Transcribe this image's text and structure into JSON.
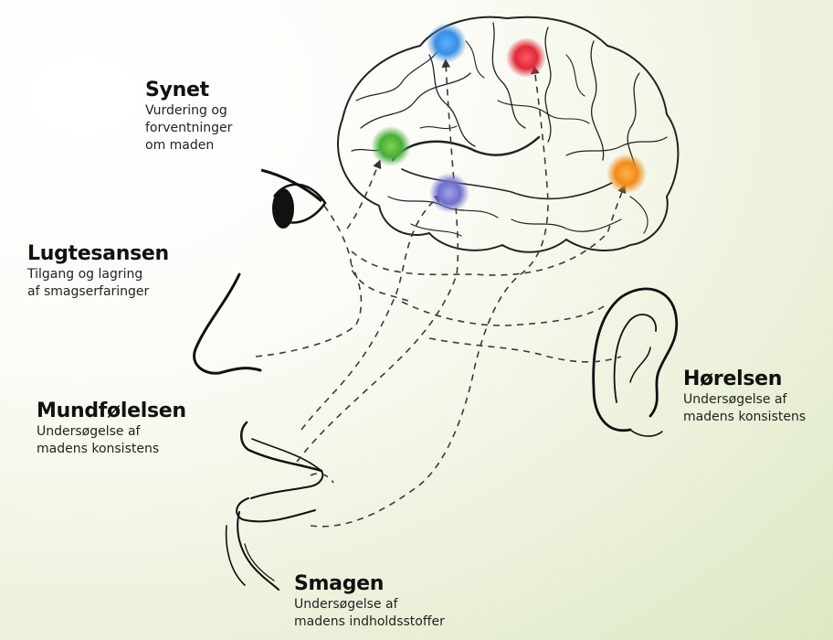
{
  "senses": [
    {
      "id": "synet",
      "title": "Synet",
      "lines": [
        "Vurdering og",
        "forventninger",
        "om maden"
      ],
      "color": "#3ba55a"
    },
    {
      "id": "lugtesansen",
      "title": "Lugtesansen",
      "lines": [
        "Tilgang og lagring",
        "af smagserfaringer"
      ],
      "color": "#7a78d0"
    },
    {
      "id": "mundfolelsen",
      "title": "Mundfølelsen",
      "lines": [
        "Undersøgelse af",
        "madens konsistens"
      ],
      "color": "#e23a4a"
    },
    {
      "id": "horelsen",
      "title": "Hørelsen",
      "lines": [
        "Undersøgelse af",
        "madens konsistens"
      ],
      "color": "#f08a1c"
    },
    {
      "id": "smagen",
      "title": "Smagen",
      "lines": [
        "Undersøgelse af",
        "madens indholdsstoffer"
      ],
      "color": "#3a8ee0"
    }
  ],
  "brain_spots": [
    {
      "name": "blue",
      "color": "#3a8ee0"
    },
    {
      "name": "red",
      "color": "#e23a4a"
    },
    {
      "name": "green",
      "color": "#4aae3c"
    },
    {
      "name": "purple",
      "color": "#7a78d0"
    },
    {
      "name": "orange",
      "color": "#f08a1c"
    }
  ]
}
